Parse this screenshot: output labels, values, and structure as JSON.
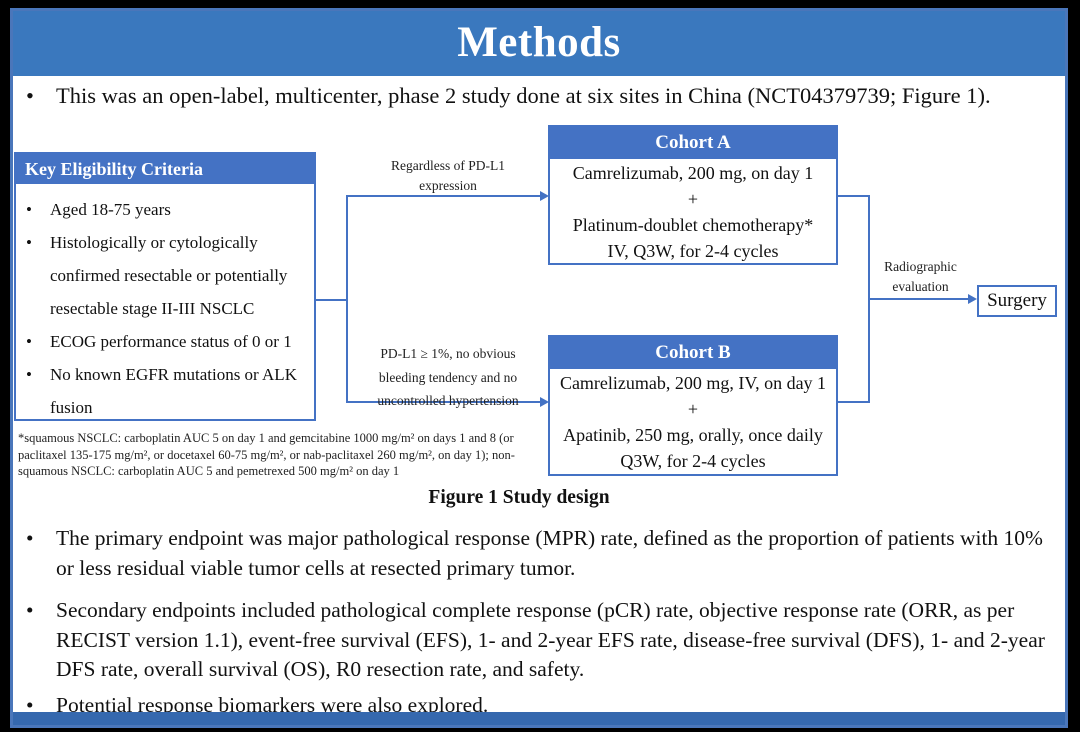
{
  "colors": {
    "outer_frame": "#000000",
    "banner_blue": "#3a78be",
    "box_header_blue": "#4472c4",
    "connector_blue": "#4472c4",
    "bottom_bar_blue": "#3568ae",
    "slide_border_blue": "#4a76ba"
  },
  "title": "Methods",
  "bullet_char": "•",
  "intro_bullet": "This was an open-label, multicenter, phase 2 study done at six sites in China (NCT04379739; Figure 1).",
  "figure": {
    "eligibility": {
      "header": "Key Eligibility Criteria",
      "items": [
        "Aged 18-75 years",
        "Histologically or cytologically confirmed resectable or potentially resectable stage II-III NSCLC",
        "ECOG performance status of 0 or 1",
        "No known EGFR mutations or ALK fusion"
      ]
    },
    "branch_top_label": "Regardless of PD-L1 expression",
    "branch_bottom_label": "PD-L1 ≥ 1%, no obvious bleeding tendency and no uncontrolled hypertension",
    "cohort_a": {
      "header": "Cohort A",
      "lines": [
        "Camrelizumab, 200 mg, on day 1",
        "+",
        "Platinum-doublet chemotherapy*",
        "IV, Q3W, for 2-4 cycles"
      ]
    },
    "cohort_b": {
      "header": "Cohort B",
      "lines": [
        "Camrelizumab, 200 mg, IV, on day 1",
        "+",
        "Apatinib, 250 mg, orally, once daily",
        "Q3W, for 2-4 cycles"
      ]
    },
    "evaluation_label": "Radiographic evaluation",
    "surgery_label": "Surgery",
    "footnote": "*squamous NSCLC: carboplatin AUC 5 on day 1 and gemcitabine 1000 mg/m² on days 1 and 8 (or paclitaxel 135-175 mg/m², or docetaxel 60-75 mg/m², or nab-paclitaxel 260 mg/m², on day 1); non-squamous NSCLC: carboplatin AUC 5 and pemetrexed 500 mg/m² on day 1",
    "caption": "Figure 1 Study design"
  },
  "endpoint_bullets": [
    "The primary endpoint was major pathological response (MPR) rate, defined as the proportion of patients with 10% or less residual viable tumor cells at resected primary tumor.",
    "Secondary endpoints included pathological complete response (pCR) rate, objective response rate (ORR, as per RECIST version 1.1), event-free survival (EFS), 1- and 2-year EFS rate, disease-free survival (DFS), 1- and 2-year DFS rate, overall survival (OS), R0 resection rate, and safety.",
    "Potential response biomarkers were also explored."
  ]
}
